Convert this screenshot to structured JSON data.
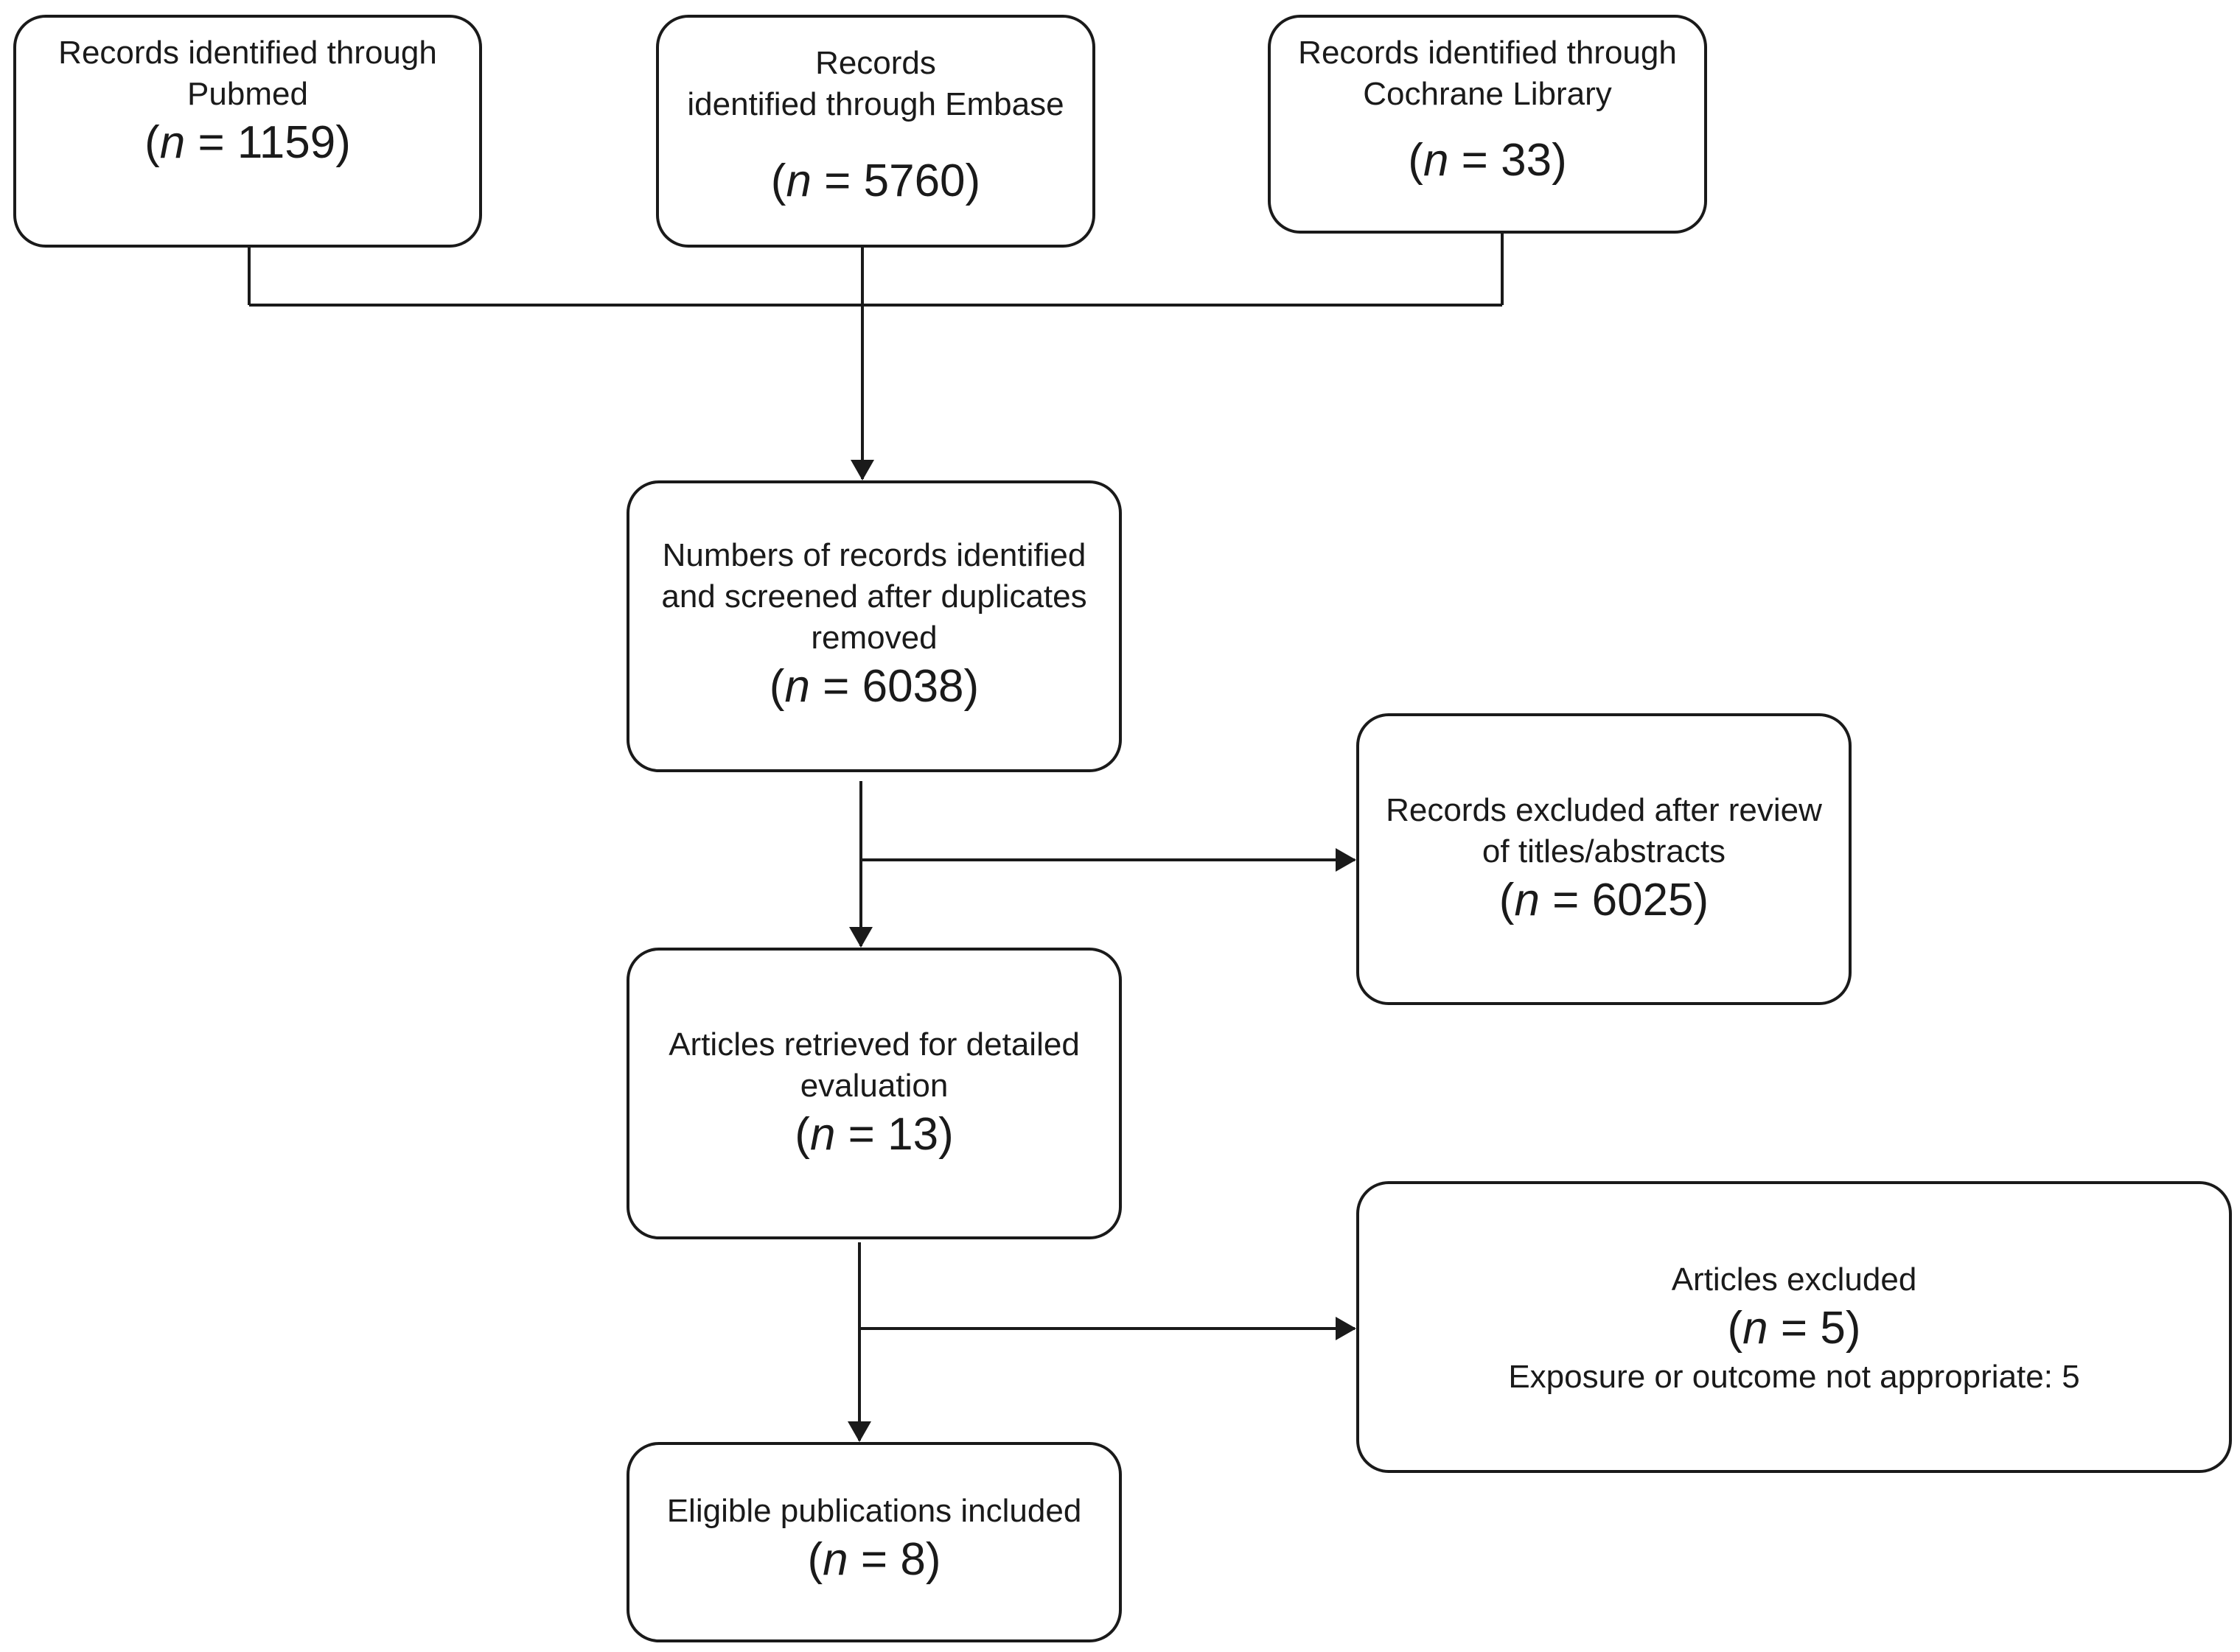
{
  "count_var": "n",
  "boxes": {
    "pubmed": {
      "label": "Records identified through\nPubmed",
      "count": "1159"
    },
    "embase": {
      "label": "Records\nidentified through Embase",
      "count": "5760"
    },
    "cochrane": {
      "label": "Records identified through\nCochrane Library",
      "count": "33"
    },
    "screened": {
      "label": "Numbers of records identified\nand screened after duplicates\nremoved",
      "count": "6038"
    },
    "excluded_titles": {
      "label": "Records excluded after review\nof titles/abstracts",
      "count": "6025"
    },
    "retrieved": {
      "label": "Articles retrieved for detailed\nevaluation",
      "count": "13"
    },
    "excluded_articles": {
      "label": "Articles excluded",
      "count": "5",
      "note": "Exposure or outcome not appropriate: 5"
    },
    "included": {
      "label": "Eligible publications included",
      "count": "8"
    }
  }
}
